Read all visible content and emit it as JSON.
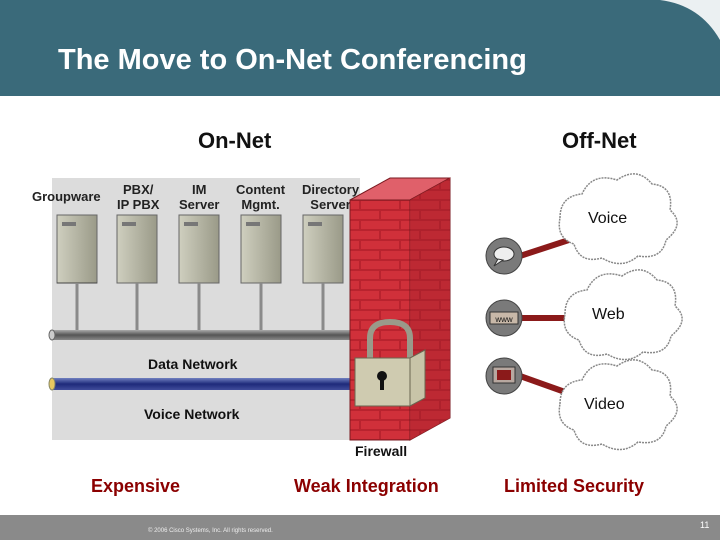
{
  "title": "The Move to On-Net Conferencing",
  "sections": {
    "on_net": "On-Net",
    "off_net": "Off-Net"
  },
  "servers": [
    {
      "label": "Groupware"
    },
    {
      "label": "PBX/\nIP PBX"
    },
    {
      "label": "IM\nServer"
    },
    {
      "label": "Content\nMgmt."
    },
    {
      "label": "Directory\nServer"
    }
  ],
  "networks": {
    "data": "Data Network",
    "voice": "Voice Network"
  },
  "firewall_label": "Firewall",
  "clouds": {
    "voice": "Voice",
    "web": "Web",
    "video": "Video"
  },
  "bottom": {
    "expensive": "Expensive",
    "weak_integration": "Weak Integration",
    "limited_security": "Limited Security"
  },
  "footer": {
    "copyright": "© 2006 Cisco Systems, Inc. All rights reserved.",
    "page_number": "11"
  },
  "colors": {
    "header": "#3a6a7a",
    "accent_red": "#8b0000",
    "firewall_brick": "#d0303a"
  }
}
